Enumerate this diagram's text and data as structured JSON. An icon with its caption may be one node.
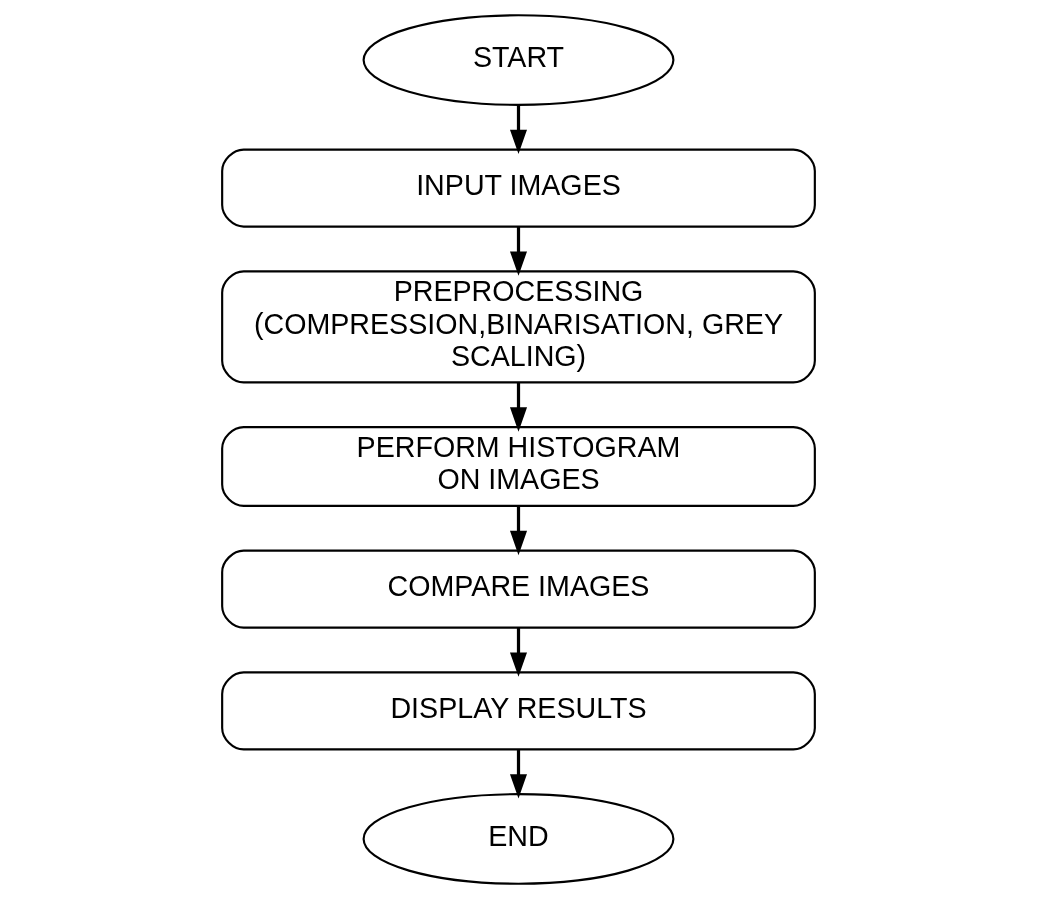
{
  "diagram": {
    "nodes": [
      {
        "text": [
          "START"
        ]
      },
      {
        "text": [
          "INPUT IMAGES"
        ]
      },
      {
        "text": [
          "PREPROCESSING (COMPRESSION,BINARISATION, GREY SCALING)"
        ]
      },
      {
        "text": [
          "PERFORM HISTOGRAM ON IMAGES"
        ]
      },
      {
        "text": [
          "COMPARE IMAGES"
        ]
      },
      {
        "text": [
          "DISPLAY RESULTS"
        ]
      },
      {
        "text": [
          "END"
        ]
      }
    ],
    "edges": [
      {
        "from": 0,
        "to": 1,
        "arrow": "to"
      },
      {
        "from": 1,
        "to": 2,
        "arrow": "to"
      },
      {
        "from": 2,
        "to": 3,
        "arrow": "to"
      },
      {
        "from": 3,
        "to": 4,
        "arrow": "to"
      },
      {
        "from": 4,
        "to": 5,
        "arrow": "to"
      },
      {
        "from": 5,
        "to": 6,
        "arrow": "to"
      }
    ]
  }
}
